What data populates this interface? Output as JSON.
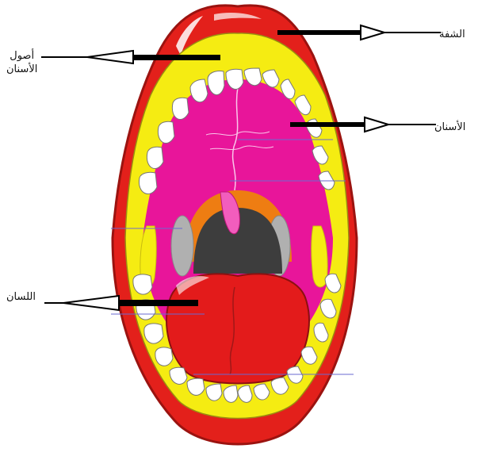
{
  "labels": {
    "lip": "الشفة",
    "gums_line1": "أصول",
    "gums_line2": "الأسنان",
    "teeth": "الأسنان",
    "tongue": "اللسان"
  },
  "colors": {
    "lip": "#e3201b",
    "lip_dark": "#a11210",
    "gum": "#f5ec12",
    "palate": "#e8159a",
    "throat": "#3d3d3d",
    "tonsil": "#b0b0b0",
    "uvula": "#f25dbd",
    "arch": "#ee7d12",
    "tongue": "#e31b1b",
    "tooth": "#ffffff",
    "arrow": "#000000",
    "guide_line": "#6a6ad0"
  }
}
